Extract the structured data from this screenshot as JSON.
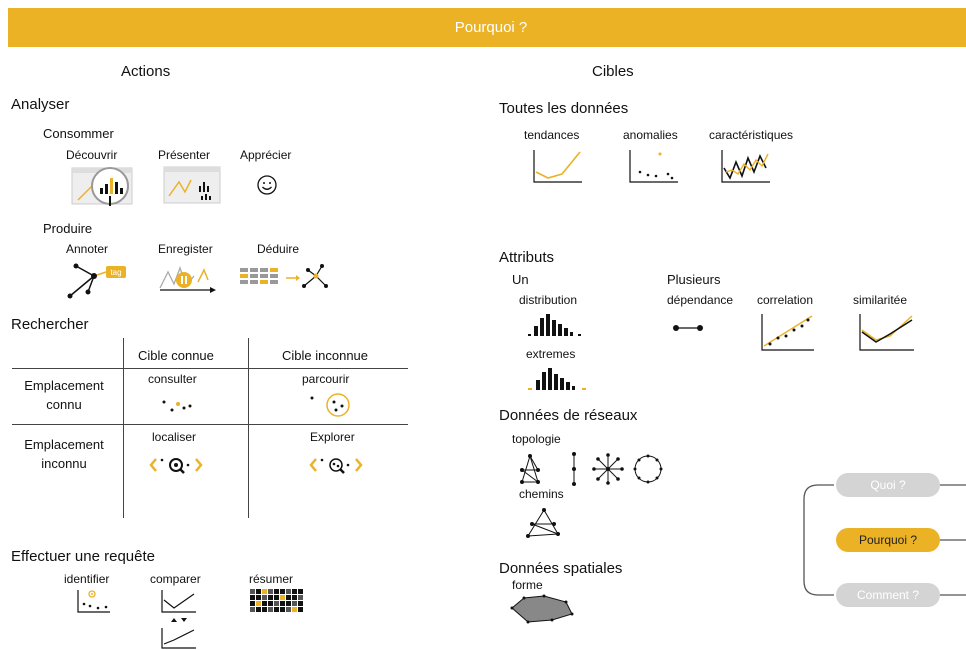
{
  "header": {
    "title": "Pourquoi ?"
  },
  "colors": {
    "accent": "#EBB226",
    "ink": "#111111",
    "grey": "#d4d4d4"
  },
  "actions": {
    "heading": "Actions",
    "analyser": {
      "title": "Analyser",
      "consommer": {
        "title": "Consommer",
        "items": [
          "Découvrir",
          "Présenter",
          "Apprécier"
        ]
      },
      "produire": {
        "title": "Produire",
        "items": [
          "Annoter",
          "Enregister",
          "Déduire"
        ]
      },
      "tag_text": "tag"
    },
    "rechercher": {
      "title": "Rechercher",
      "col_headers": [
        "Cible connue",
        "Cible inconnue"
      ],
      "row_headers": [
        {
          "line1": "Emplacement",
          "line2": "connu"
        },
        {
          "line1": "Emplacement",
          "line2": "inconnu"
        }
      ],
      "cells": [
        [
          "consulter",
          "parcourir"
        ],
        [
          "localiser",
          "Explorer"
        ]
      ]
    },
    "requete": {
      "title": "Effectuer une requête",
      "items": [
        "identifier",
        "comparer",
        "résumer"
      ]
    }
  },
  "cibles": {
    "heading": "Cibles",
    "toutes": {
      "title": "Toutes les données",
      "items": [
        "tendances",
        "anomalies",
        "caractéristiques"
      ]
    },
    "attributs": {
      "title": "Attributs",
      "un": {
        "title": "Un",
        "items": [
          "distribution",
          "extremes"
        ]
      },
      "plusieurs": {
        "title": "Plusieurs",
        "items": [
          "dépendance",
          "correlation",
          "similaritée"
        ]
      }
    },
    "reseaux": {
      "title": "Données de réseaux",
      "items": [
        "topologie",
        "chemins"
      ]
    },
    "spatiales": {
      "title": "Données spatiales",
      "items": [
        "forme"
      ]
    }
  },
  "nav": {
    "items": [
      "Quoi ?",
      "Pourquoi ?",
      "Comment ?"
    ],
    "active_index": 1
  }
}
